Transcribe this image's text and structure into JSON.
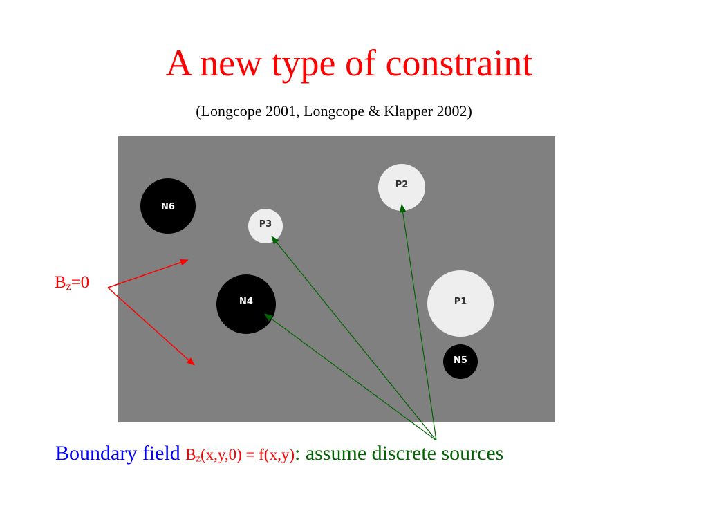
{
  "title": "A new type of constraint",
  "subtitle": "(Longcope 2001, Longcope & Klapper 2002)",
  "colors": {
    "title": "#ff0000",
    "subtitle": "#000000",
    "panel_background": "#808080",
    "negative_source": "#000000",
    "positive_source": "#eeeeee",
    "red_arrow": "#ff0000",
    "green_arrow": "#006400",
    "boundary_text": "#0000ff",
    "formula_text": "#ff0000",
    "assume_text": "#006400"
  },
  "sources": [
    {
      "id": "N6",
      "label": "N6",
      "polarity": "negative"
    },
    {
      "id": "P3",
      "label": "P3",
      "polarity": "positive"
    },
    {
      "id": "P2",
      "label": "P2",
      "polarity": "positive"
    },
    {
      "id": "N4",
      "label": "N4",
      "polarity": "negative"
    },
    {
      "id": "P1",
      "label": "P1",
      "polarity": "positive"
    },
    {
      "id": "N5",
      "label": "N5",
      "polarity": "negative"
    }
  ],
  "bz_label": {
    "prefix": "B",
    "subscript": "z",
    "suffix": "=0"
  },
  "bottom_line": {
    "boundary": "Boundary field ",
    "formula_prefix": "B",
    "formula_subscript": "z",
    "formula_suffix": "(x,y,0) = f(x,y)",
    "colon": ":",
    "assume": " assume discrete sources"
  }
}
